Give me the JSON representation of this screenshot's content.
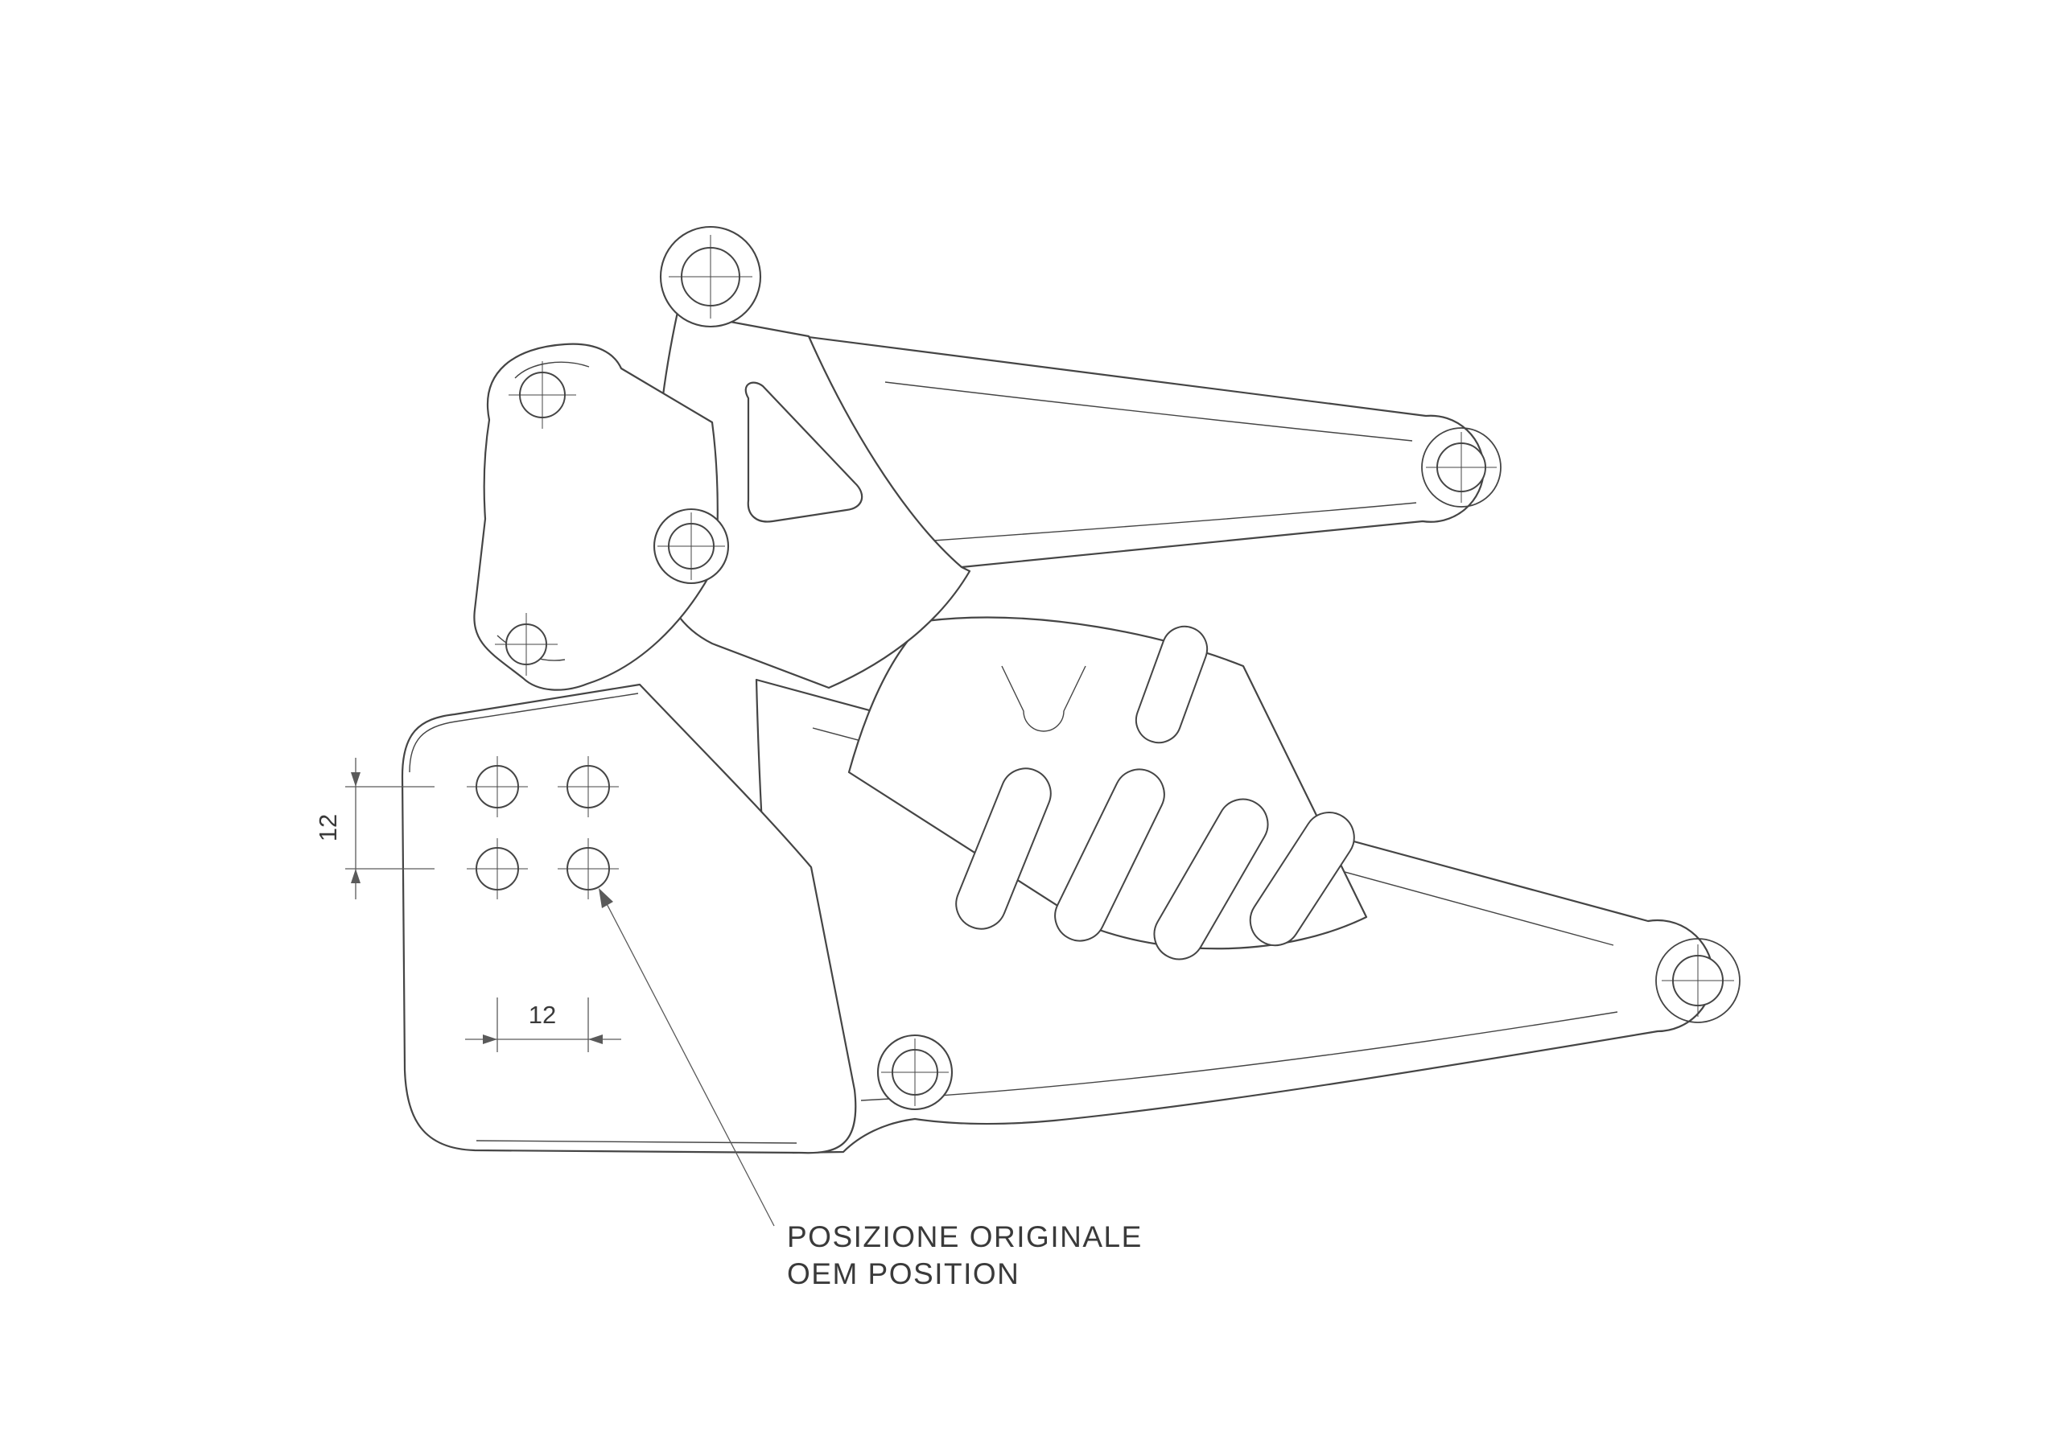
{
  "page": {
    "background_color": "#ffffff"
  },
  "drawing": {
    "type": "technical-cad-drawing",
    "subject": "motorcycle-rearset-bracket-side-view",
    "colors": {
      "line": "#454545",
      "dim": "#5a5a5a",
      "text": "#3a3a3a"
    },
    "dimensions": {
      "vertical": {
        "value": "12"
      },
      "horizontal": {
        "value": "12"
      }
    },
    "note": {
      "line1": "POSIZIONE ORIGINALE",
      "line2": "OEM POSITION"
    }
  }
}
